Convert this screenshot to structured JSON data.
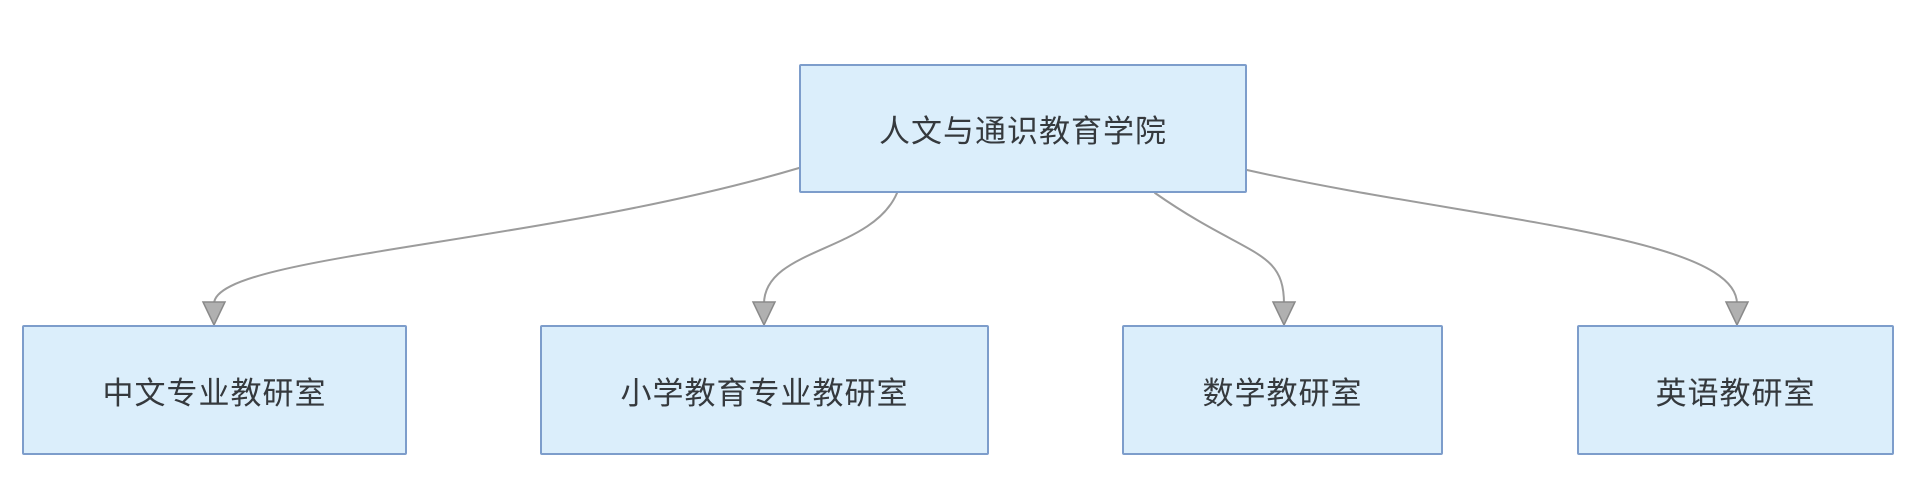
{
  "diagram": {
    "type": "org-chart",
    "root": {
      "label": "人文与通识教育学院"
    },
    "children": [
      {
        "label": "中文专业教研室"
      },
      {
        "label": "小学教育专业教研室"
      },
      {
        "label": "数学教研室"
      },
      {
        "label": "英语教研室"
      }
    ],
    "colors": {
      "background": "#ffffff",
      "node_fill": "#dbeefb",
      "node_border": "#7d9dcb",
      "text": "#35393d",
      "connector": "#9c9c9c",
      "arrowhead_fill": "#b0b0b0",
      "arrowhead_stroke": "#8a8a8a"
    }
  }
}
